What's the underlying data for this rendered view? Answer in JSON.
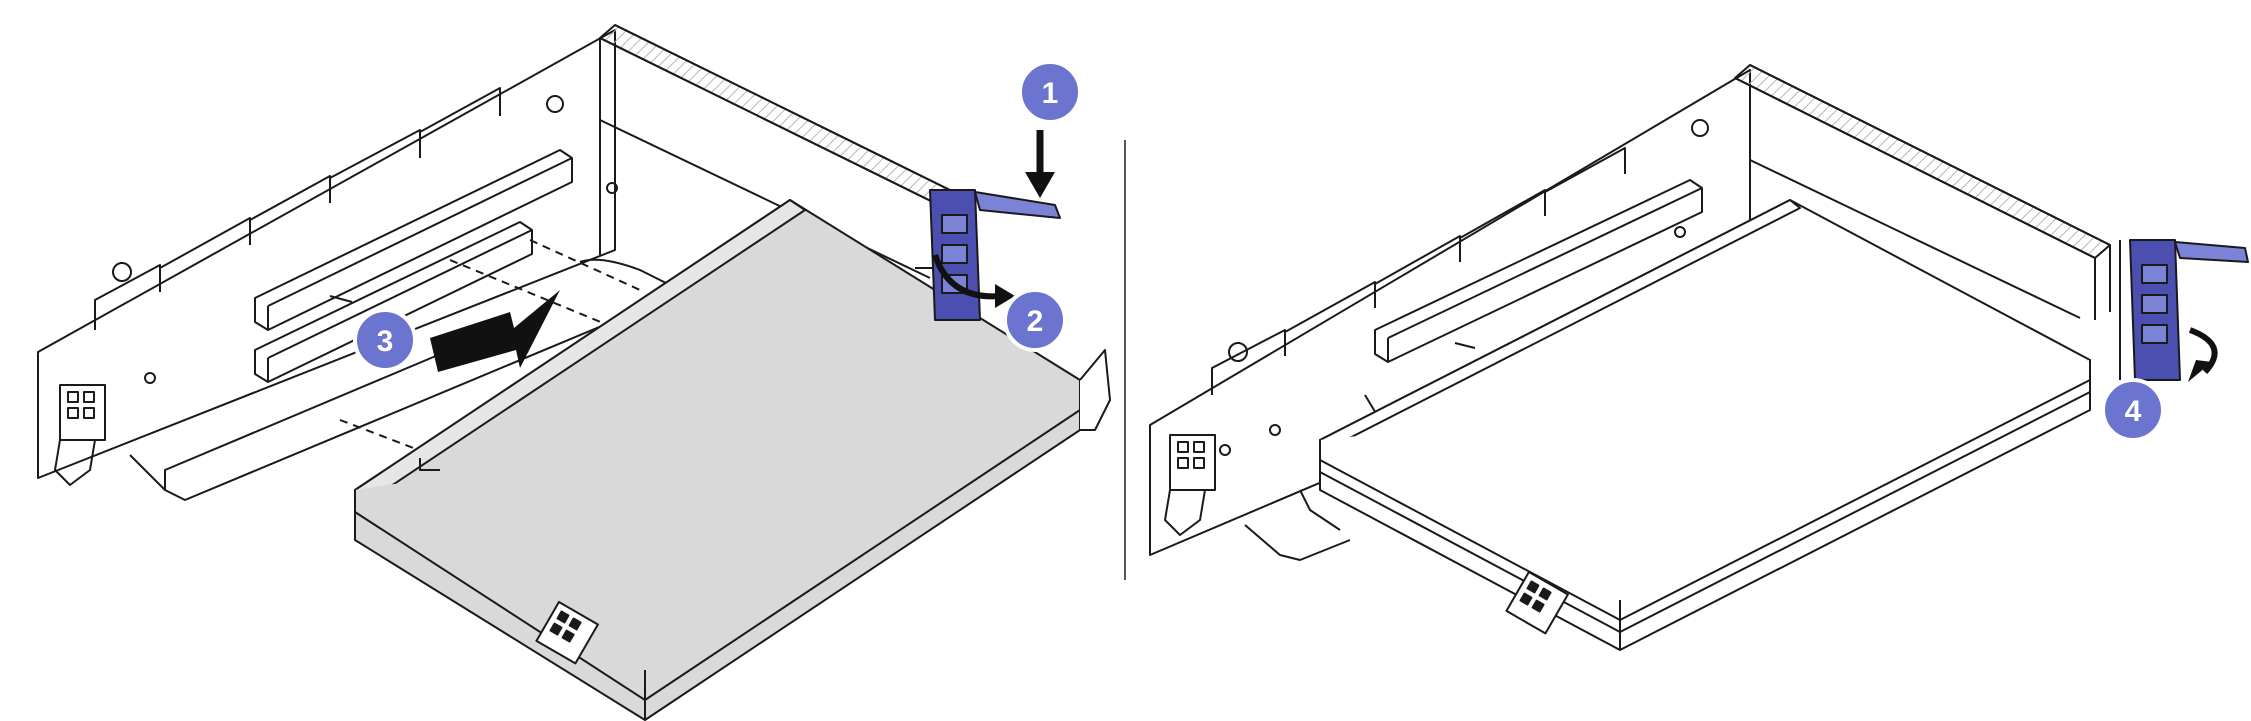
{
  "colors": {
    "line": "#1a1a1a",
    "card_fill": "#d9d9d9",
    "card_top": "#e6e6e6",
    "latch_blue": "#4a4fb0",
    "latch_blue_light": "#7b83d6",
    "callout_fill": "#6b74cf",
    "callout_ring": "#ffffff",
    "arrow": "#111111",
    "hatch": "#b8b8b8",
    "divider": "#555555"
  },
  "callouts": [
    {
      "id": "1",
      "label": "1"
    },
    {
      "id": "2",
      "label": "2"
    },
    {
      "id": "3",
      "label": "3"
    },
    {
      "id": "4",
      "label": "4"
    }
  ],
  "icons": {
    "press-down-arrow": "down-arrow-icon",
    "rotate-latch-arrow": "rotate-arrow-icon",
    "insert-arrow": "insert-arrow-icon",
    "close-latch-arrow": "rotate-arrow-icon"
  }
}
